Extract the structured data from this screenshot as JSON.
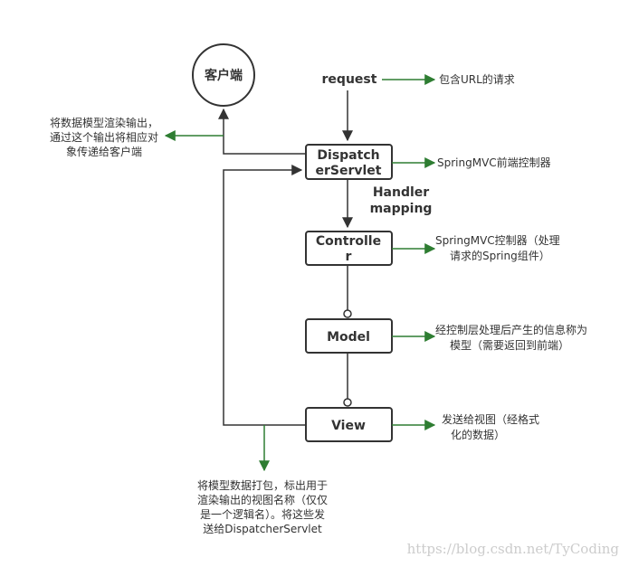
{
  "diagram": {
    "nodes": {
      "client": "客户端",
      "dispatcher": [
        "Dispatch",
        "erServlet"
      ],
      "controller": [
        "Controlle",
        "r"
      ],
      "model": "Model",
      "view": "View"
    },
    "labels": {
      "request": "request",
      "handler_mapping": [
        "Handler",
        "mapping"
      ]
    },
    "notes": {
      "request_note": "包含URL的请求",
      "dispatcher_note": "SpringMVC前端控制器",
      "controller_note": [
        "SpringMVC控制器（处理",
        "请求的Spring组件）"
      ],
      "model_note": [
        "经控制层处理后产生的信息称为",
        "模型（需要返回到前端）"
      ],
      "view_note": [
        "发送给视图（经格式",
        "化的数据）"
      ],
      "client_note": [
        "将数据模型渲染输出，",
        "通过这个输出将相应对",
        "象传递给客户端"
      ],
      "package_note": [
        "将模型数据打包，标出用于",
        "渲染输出的视图名称（仅仅",
        "是一个逻辑名）。将这些发",
        "送给DispatcherServlet"
      ]
    },
    "watermark": "https://blog.csdn.net/TyCoding",
    "colors": {
      "flow_line": "#333333",
      "note_arrow": "#2e7d32",
      "box_border": "#333333"
    }
  }
}
